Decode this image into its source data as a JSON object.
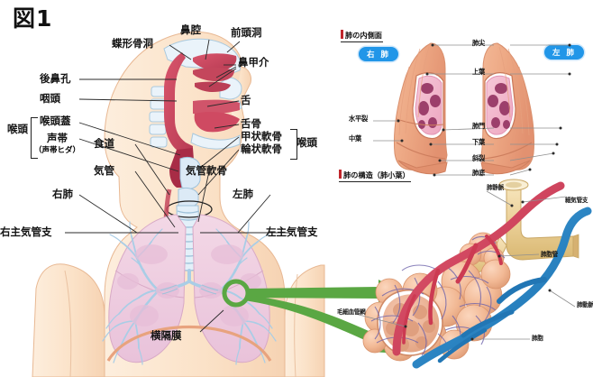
{
  "figure": {
    "number_label": "図1"
  },
  "left_panel": {
    "name": "respiratory-tract-sagittal-and-thorax",
    "labels": {
      "sphenoid_sinus": "蝶形骨洞",
      "nasal_cavity": "鼻腔",
      "frontal_sinus": "前頭洞",
      "nasal_concha": "鼻甲介",
      "choana": "後鼻孔",
      "pharynx": "咽頭",
      "tongue": "舌",
      "epiglottis": "喉頭蓋",
      "hyoid_bone": "舌骨",
      "vocal_cord": "声帯",
      "vocal_cord_sub": "（声帯ヒダ）",
      "thyroid_cartilage": "甲状軟骨",
      "cricoid_cartilage": "輪状軟骨",
      "larynx_left": "喉頭",
      "larynx_right": "喉頭",
      "esophagus": "食道",
      "trachea": "気管",
      "tracheal_cartilage": "気管軟骨",
      "right_lung": "右肺",
      "left_lung": "左肺",
      "right_main_bronchus": "右主気管支",
      "left_main_bronchus": "左主気管支",
      "diaphragm": "横隔膜"
    }
  },
  "lung_medial_panel": {
    "heading": "肺の内側面",
    "badge_right": "右 肺",
    "badge_left": "左 肺",
    "labels": {
      "apex": "肺尖",
      "upper_lobe": "上葉",
      "hilum": "肺門",
      "lower_lobe": "下葉",
      "oblique_fissure": "斜裂",
      "lung_base": "肺底",
      "horizontal_fissure": "水平裂",
      "middle_lobe": "中葉"
    }
  },
  "lobule_panel": {
    "heading": "肺の構造（肺小葉）",
    "labels": {
      "pulmonary_vein": "肺静脈",
      "bronchiole": "細気管支",
      "alveolar_duct": "肺胞管",
      "pulmonary_artery": "肺動脈",
      "alveolus": "肺胞",
      "capillary_network": "毛細血管網"
    }
  },
  "colors": {
    "accent_red_bar": "#c0262c",
    "badge_blue": "#2196e8",
    "arrow_green": "#5aa743",
    "skin": "#fbe0c6",
    "lung_pink": "#f0cfe0",
    "mucosa_red": "#c8485e",
    "artery_blue": "#1f7fc4",
    "vein_red": "#d0384f",
    "bronchus_tan": "#e8cf96"
  }
}
